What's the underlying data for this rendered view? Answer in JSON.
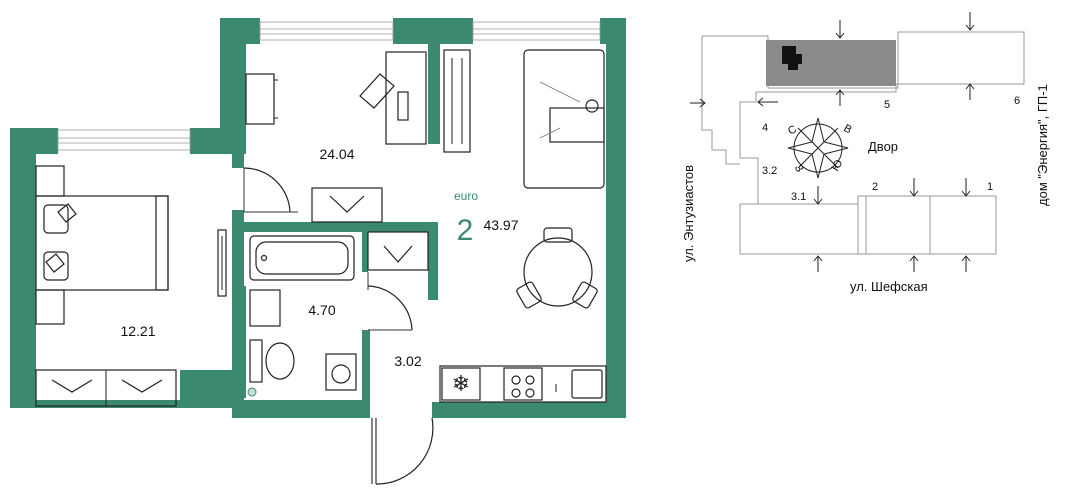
{
  "apartment": {
    "type_label": "euro",
    "rooms": "2",
    "total_area": "43.97",
    "room_areas": {
      "living_kitchen": "24.04",
      "bedroom": "12.21",
      "bathroom": "4.70",
      "hallway": "3.02"
    }
  },
  "site_plan": {
    "street_west": "ул. Энтузиастов",
    "street_south": "ул. Шефская",
    "building_east": "дом \"Энергия\", ГП-1",
    "courtyard": "Двор",
    "section_numbers": [
      "1",
      "2",
      "3.1",
      "3.2",
      "4",
      "5",
      "6"
    ],
    "compass": {
      "north": "С",
      "east": "В",
      "south": "Ю",
      "west": "З"
    }
  },
  "colors": {
    "wall": "#3b8a70",
    "accent_text": "#3b8a70",
    "highlight_block": "#8a8a8a",
    "site_lines": "#9a9a9a"
  }
}
